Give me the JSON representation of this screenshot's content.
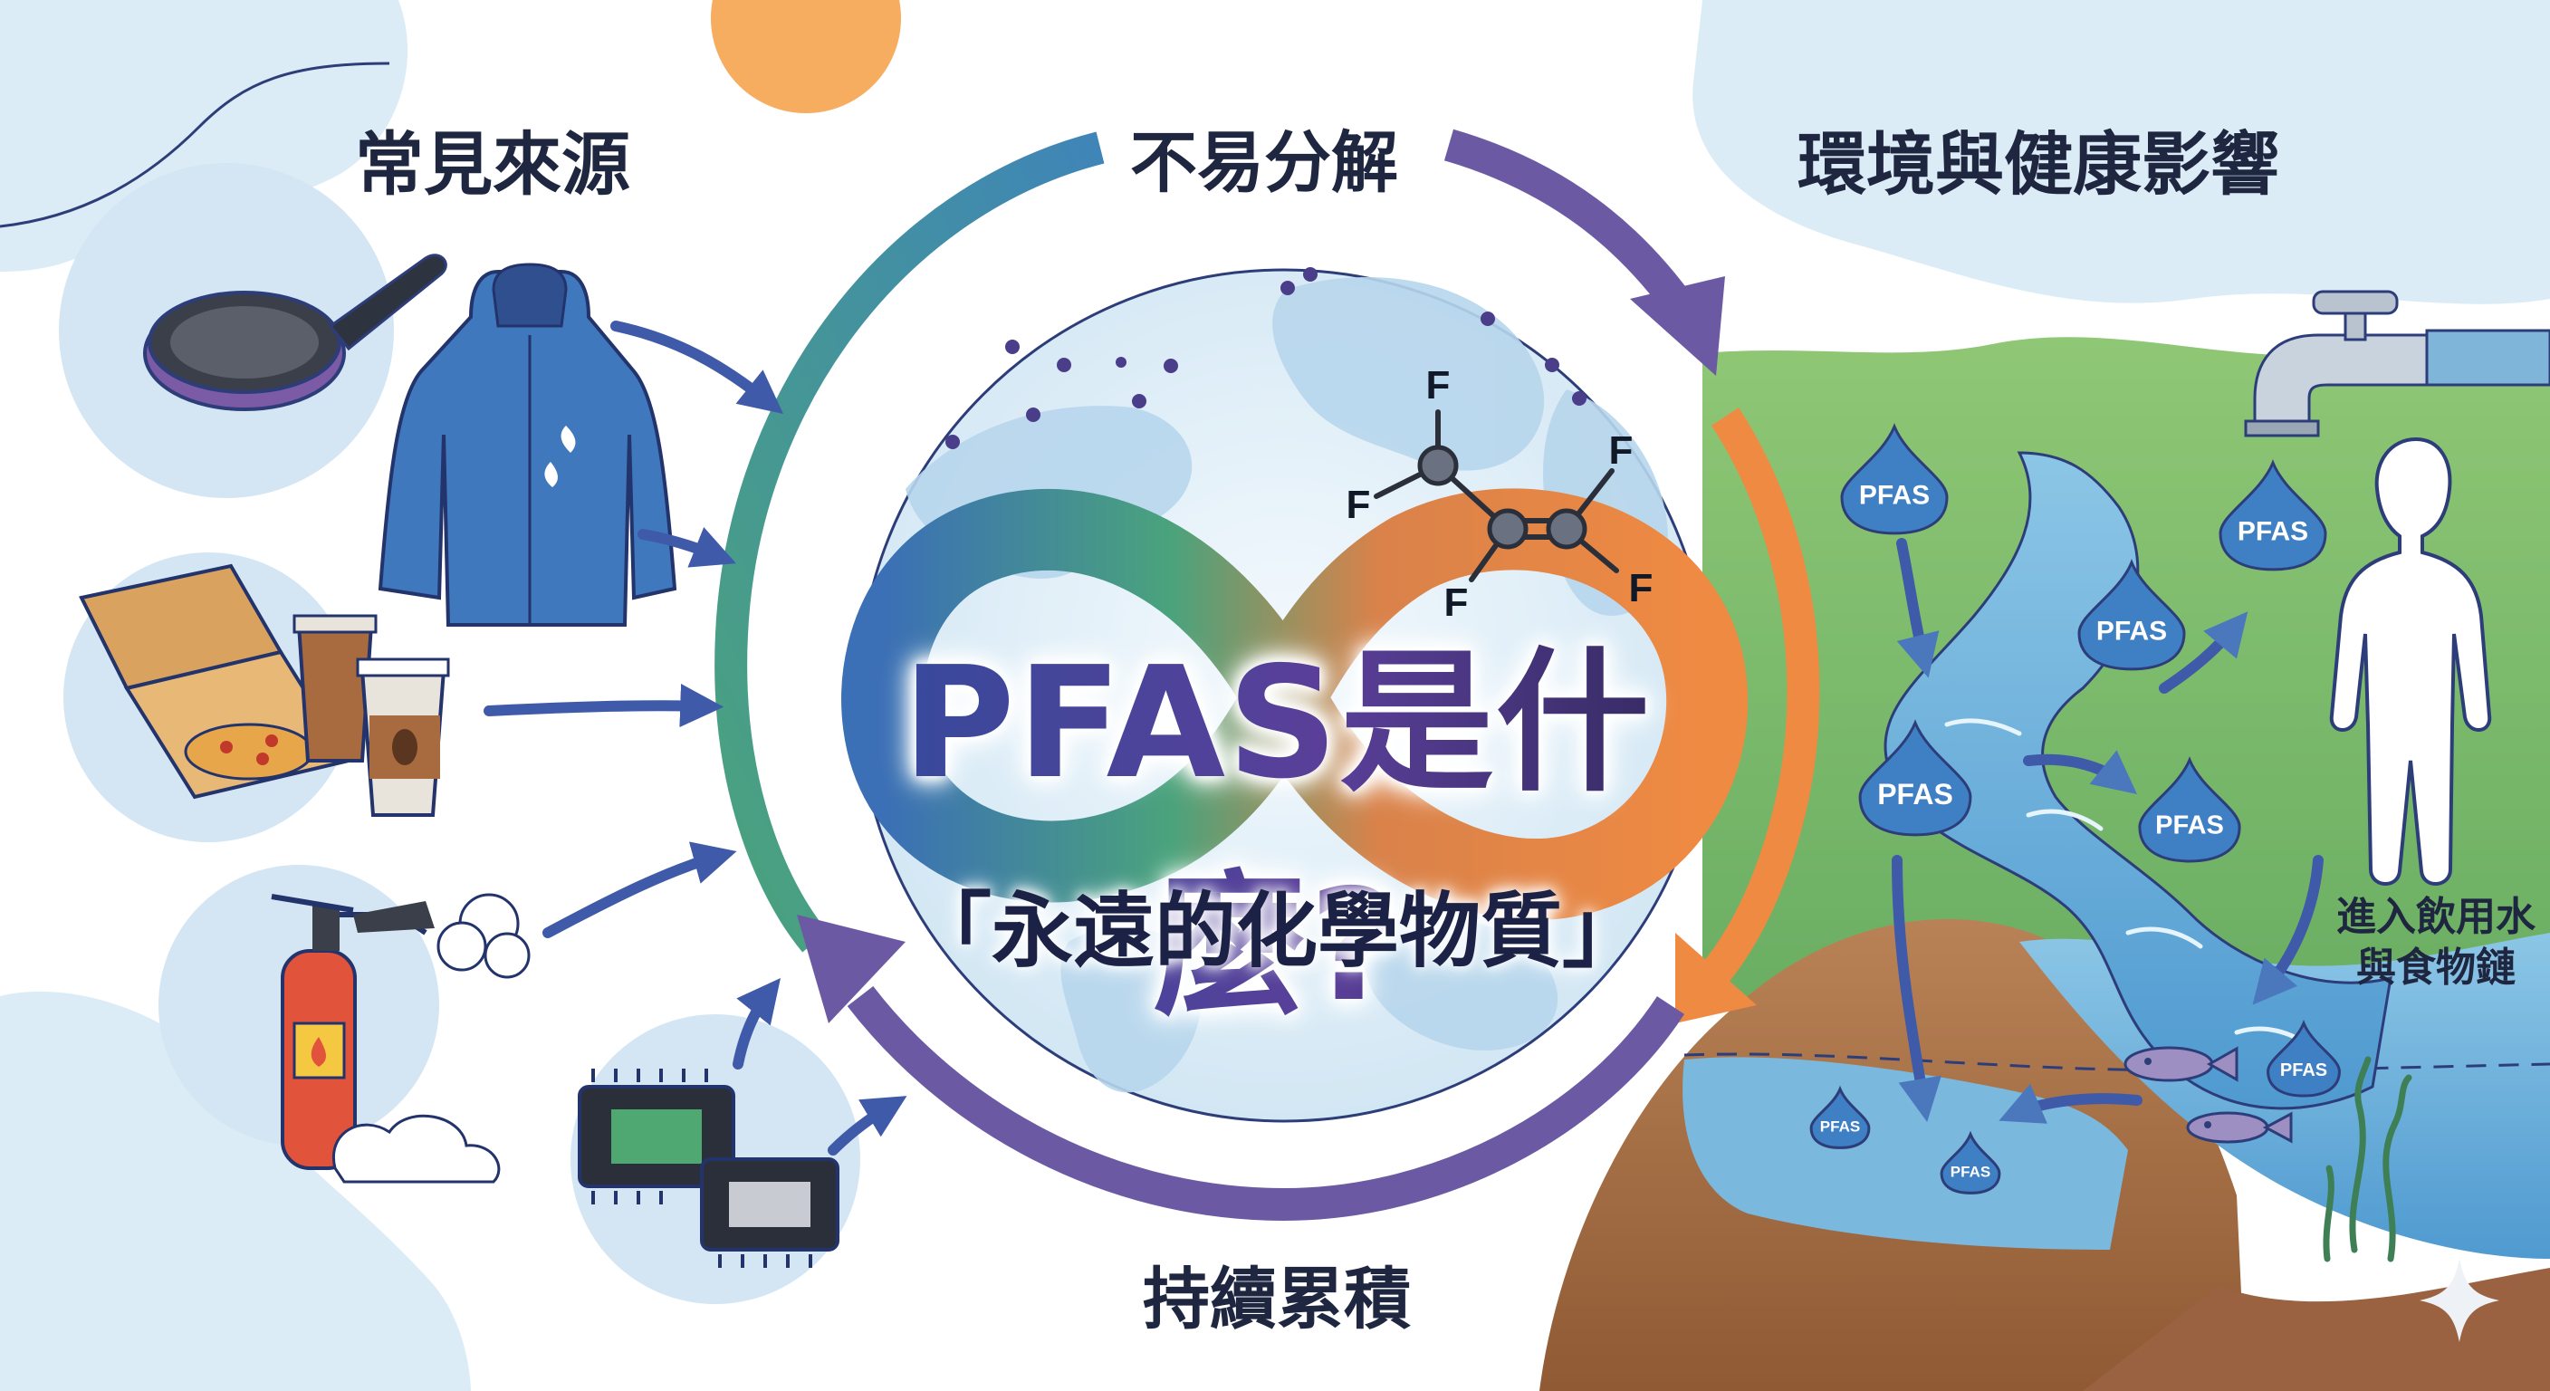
{
  "title": {
    "main": "PFAS是什麼?",
    "subtitle": "「永遠的化學物質」"
  },
  "cycle_labels": {
    "top": "不易分解",
    "bottom": "持續累積"
  },
  "sections": {
    "sources": "常見來源",
    "impacts": "環境與健康影響"
  },
  "molecule": {
    "atom_label": "F",
    "fluorine_count": 5
  },
  "drops": {
    "label": "PFAS"
  },
  "impact_note": {
    "line1": "進入飲用水",
    "line2": "與食物鏈"
  },
  "sources_icons": [
    "frying-pan-icon",
    "rain-jacket-icon",
    "pizza-box-icon",
    "coffee-cups-icon",
    "fire-extinguisher-icon",
    "microchip-icon"
  ],
  "colors": {
    "cycle_teal": "#3f9aa6",
    "cycle_purple": "#6b5aa3",
    "cycle_orange": "#ef8a42",
    "infinity_green": "#4aa37c",
    "infinity_blue": "#3b6fb6",
    "drop_blue": "#3f7fc4",
    "soil_brown": "#a8704a",
    "hill_green": "#7fbf6b",
    "sun_orange": "#f6ad5f"
  }
}
